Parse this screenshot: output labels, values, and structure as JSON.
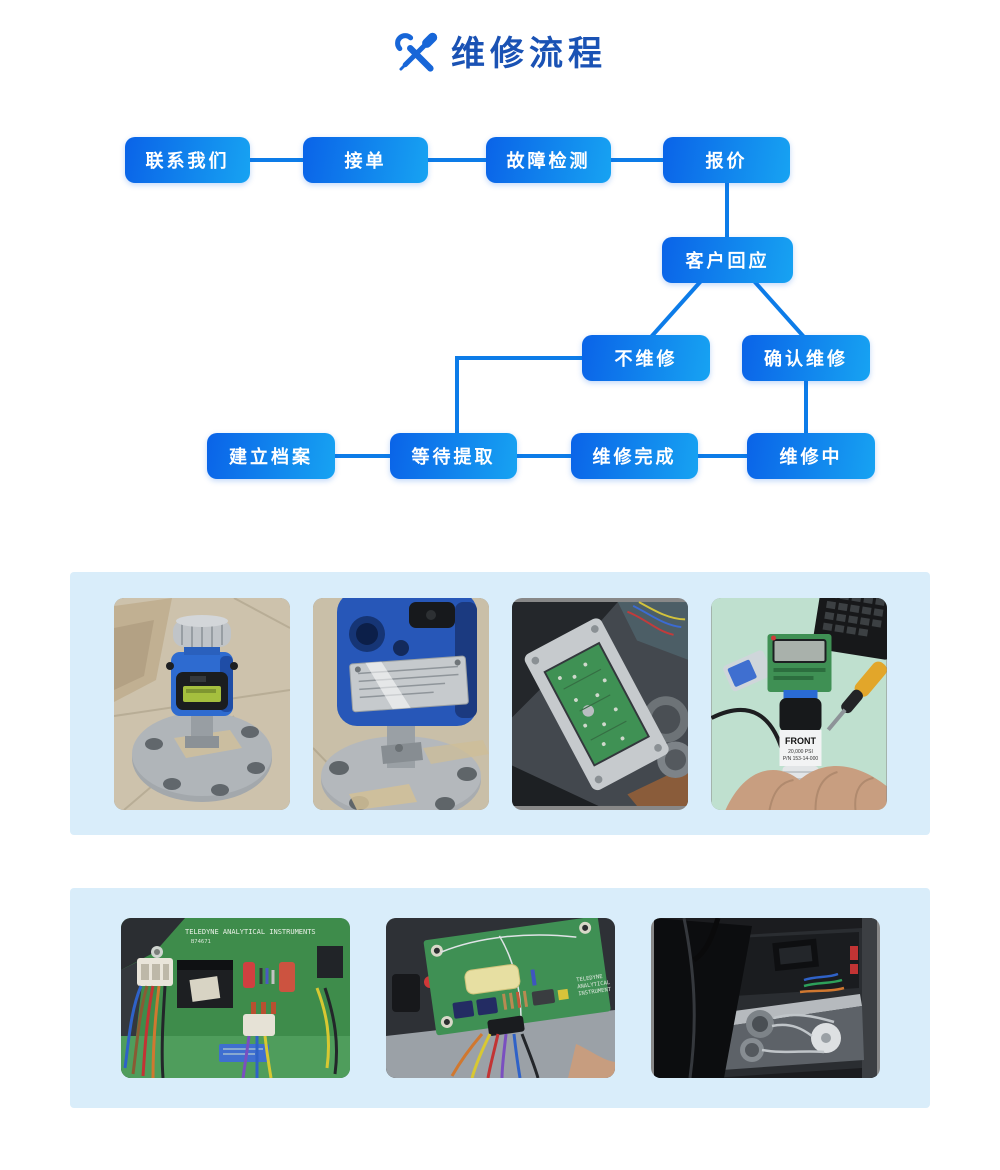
{
  "page": {
    "title": "维修流程"
  },
  "theme": {
    "node_gradient_start": "#0a63e8",
    "node_gradient_end": "#17a3f2",
    "connector_color": "#0d7ce8",
    "section_bg": "#d9edfa",
    "title_color": "#1a52b4",
    "icon_color": "#1766d8"
  },
  "flowchart": {
    "nodes": [
      {
        "id": "contact",
        "label": "联系我们"
      },
      {
        "id": "accept-order",
        "label": "接单"
      },
      {
        "id": "fault-detection",
        "label": "故障检测"
      },
      {
        "id": "quote",
        "label": "报价"
      },
      {
        "id": "customer-response",
        "label": "客户回应"
      },
      {
        "id": "no-repair",
        "label": "不维修"
      },
      {
        "id": "confirm-repair",
        "label": "确认维修"
      },
      {
        "id": "create-archive",
        "label": "建立档案"
      },
      {
        "id": "wait-pickup",
        "label": "等待提取"
      },
      {
        "id": "repair-complete",
        "label": "维修完成"
      },
      {
        "id": "repairing",
        "label": "维修中"
      }
    ],
    "connections": [
      "联系我们-接单",
      "接单-故障检测",
      "故障检测-报价",
      "报价-客户回应",
      "客户回应-不维修",
      "客户回应-确认维修",
      "不维修-等待提取",
      "确认维修-维修中",
      "建立档案-等待提取",
      "等待提取-维修完成",
      "维修完成-维修中"
    ]
  },
  "gallery_top": {
    "photos": [
      {
        "id": "transmitter-front",
        "desc": "Blue pressure transmitter with LCD on steel flange, tiled floor"
      },
      {
        "id": "transmitter-closeup",
        "desc": "Close-up of blue transmitter housing with stainless nameplate"
      },
      {
        "id": "pcb-bracket",
        "desc": "Green circuit board on metal bracket inside opened analyzer"
      },
      {
        "id": "sensor-module",
        "desc": "Hand holding sensor cell with LCD board",
        "label_front": "FRONT",
        "label_psi": "20,000 PSI",
        "label_pn": "P/N 153-14-000"
      }
    ]
  },
  "gallery_bottom": {
    "photos": [
      {
        "id": "teledyne-mainboard",
        "desc": "Green analyzer board with wire harnesses",
        "silk_text": "TELEDYNE ANALYTICAL INSTRUMENTS",
        "silk_text2": "B74671"
      },
      {
        "id": "teledyne-psu-board",
        "desc": "Power board close-up with yellow capacitor and relays",
        "silk_lines": [
          "TELEDYNE",
          "ANALYTICAL",
          "INSTRUMENT"
        ]
      },
      {
        "id": "chassis-open",
        "desc": "Opened instrument chassis with valve plumbing"
      }
    ]
  }
}
